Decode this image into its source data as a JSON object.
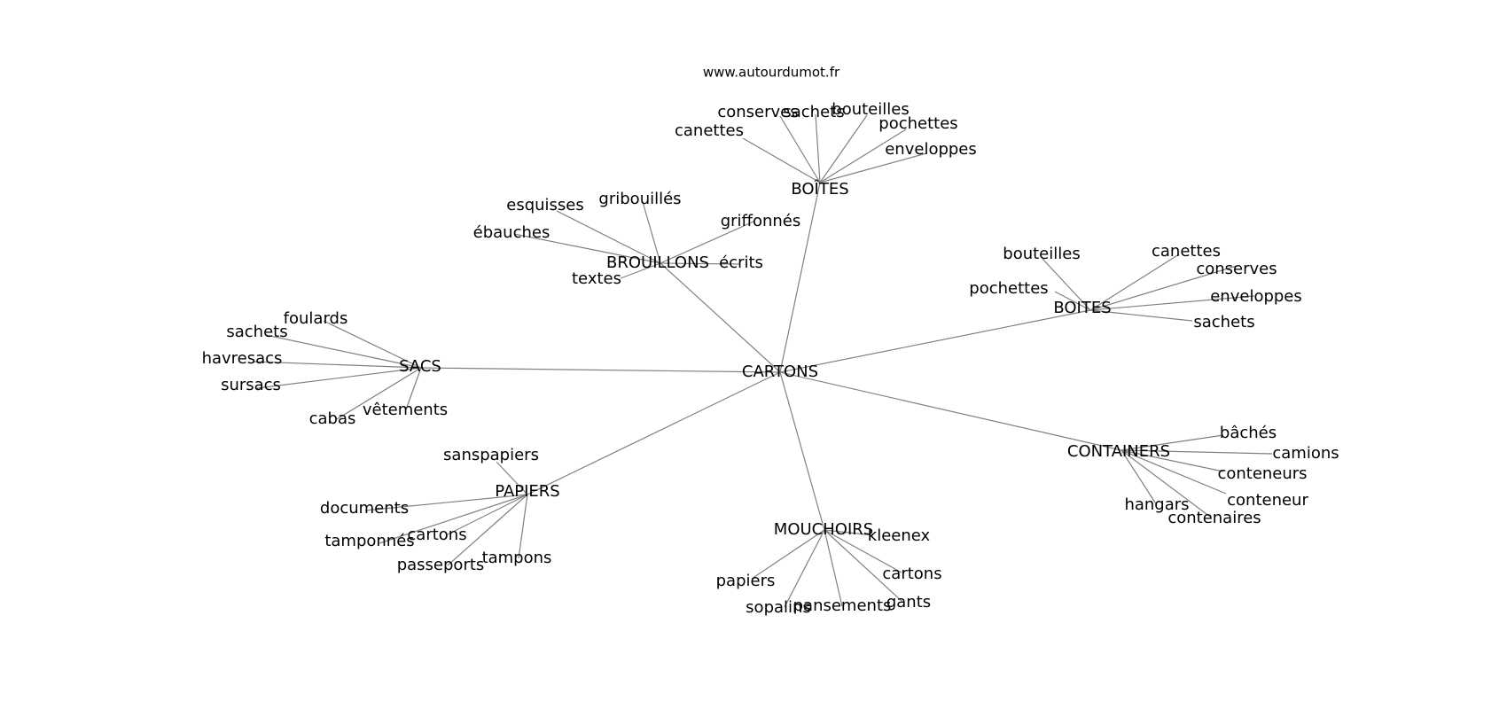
{
  "watermark": "www.autourdumot.fr",
  "edge_color": "#808080",
  "text_color": "#000000",
  "root": "CARTONS",
  "groups": [
    {
      "id": "boites-top",
      "label": "BOÎTES",
      "children": [
        "canettes",
        "conserves",
        "sachets",
        "bouteilles",
        "pochettes",
        "enveloppes"
      ]
    },
    {
      "id": "brouillons",
      "label": "BROUILLONS",
      "children": [
        "esquisses",
        "gribouillés",
        "griffonnés",
        "ébauches",
        "écrits",
        "textes"
      ]
    },
    {
      "id": "boites-right",
      "label": "BOITES",
      "children": [
        "bouteilles",
        "canettes",
        "conserves",
        "pochettes",
        "enveloppes",
        "sachets"
      ]
    },
    {
      "id": "sacs",
      "label": "SACS",
      "children": [
        "foulards",
        "sachets",
        "havresacs",
        "sursacs",
        "cabas",
        "vêtements"
      ]
    },
    {
      "id": "papiers",
      "label": "PAPIERS",
      "children": [
        "sanspapiers",
        "documents",
        "tamponnés",
        "cartons",
        "passeports",
        "tampons"
      ]
    },
    {
      "id": "mouchoirs",
      "label": "MOUCHOIRS",
      "children": [
        "kleenex",
        "papiers",
        "cartons",
        "sopalins",
        "pansements",
        "gants"
      ]
    },
    {
      "id": "containers",
      "label": "CONTAINERS",
      "children": [
        "bâchés",
        "camions",
        "conteneurs",
        "conteneur",
        "hangars",
        "contenaires"
      ]
    }
  ]
}
